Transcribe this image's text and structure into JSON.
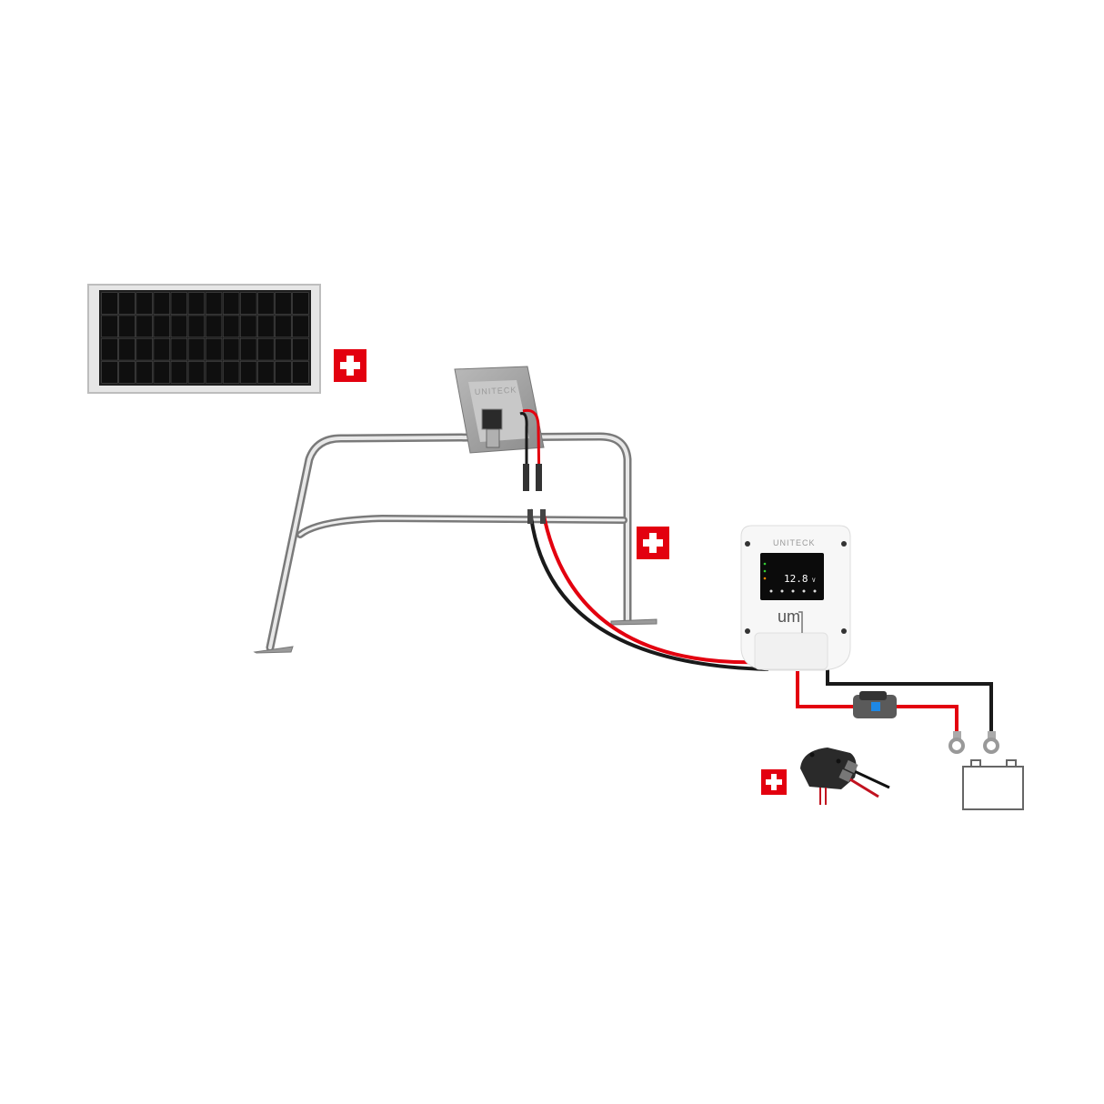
{
  "diagram": {
    "components": {
      "solar_panel": {
        "icon": "solar-panel"
      },
      "mount_bracket": {
        "logo_text": "UNITECK"
      },
      "controller": {
        "logo_text": "UNITECK",
        "brand_mark": "um",
        "display_value": "12.8",
        "display_unit": "V"
      },
      "fuse": {
        "icon": "inline-fuse-holder"
      },
      "cable_entry": {
        "icon": "cable-gland"
      },
      "battery": {
        "icon": "battery"
      }
    },
    "plus_badges": 3,
    "colors": {
      "badge": "#e3000f",
      "positive_wire": "#e3000f",
      "negative_wire": "#1a1a1a",
      "lcd": "#0b0b0b"
    }
  }
}
